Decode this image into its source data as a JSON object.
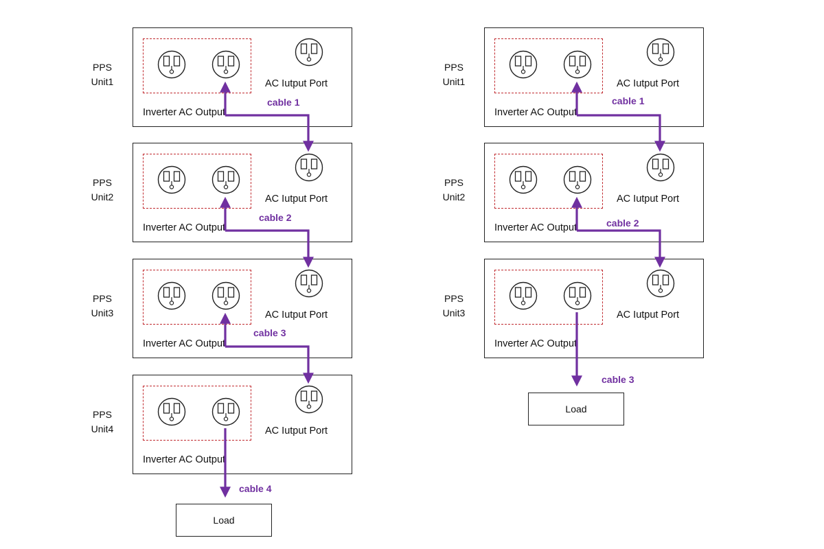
{
  "icons": {
    "outlet": "ac-outlet-icon"
  },
  "colors": {
    "cable": "#7030a0",
    "dashed_border": "#c0282d",
    "box_border": "#222222"
  },
  "left_diagram": {
    "units": [
      {
        "label_line1": "PPS",
        "label_line2": "Unit1",
        "inverter_label": "Inverter AC Output",
        "port_label": "AC Iutput Port"
      },
      {
        "label_line1": "PPS",
        "label_line2": "Unit2",
        "inverter_label": "Inverter AC Output",
        "port_label": "AC Iutput Port"
      },
      {
        "label_line1": "PPS",
        "label_line2": "Unit3",
        "inverter_label": "Inverter AC Output",
        "port_label": "AC Iutput Port"
      },
      {
        "label_line1": "PPS",
        "label_line2": "Unit4",
        "inverter_label": "Inverter AC Output",
        "port_label": "AC Iutput Port"
      }
    ],
    "cables": [
      "cable 1",
      "cable 2",
      "cable 3",
      "cable 4"
    ],
    "load_label": "Load"
  },
  "right_diagram": {
    "units": [
      {
        "label_line1": "PPS",
        "label_line2": "Unit1",
        "inverter_label": "Inverter AC Output",
        "port_label": "AC Iutput Port"
      },
      {
        "label_line1": "PPS",
        "label_line2": "Unit2",
        "inverter_label": "Inverter AC Output",
        "port_label": "AC Iutput Port"
      },
      {
        "label_line1": "PPS",
        "label_line2": "Unit3",
        "inverter_label": "Inverter AC Output",
        "port_label": "AC Iutput Port"
      }
    ],
    "cables": [
      "cable 1",
      "cable 2",
      "cable 3"
    ],
    "load_label": "Load"
  }
}
